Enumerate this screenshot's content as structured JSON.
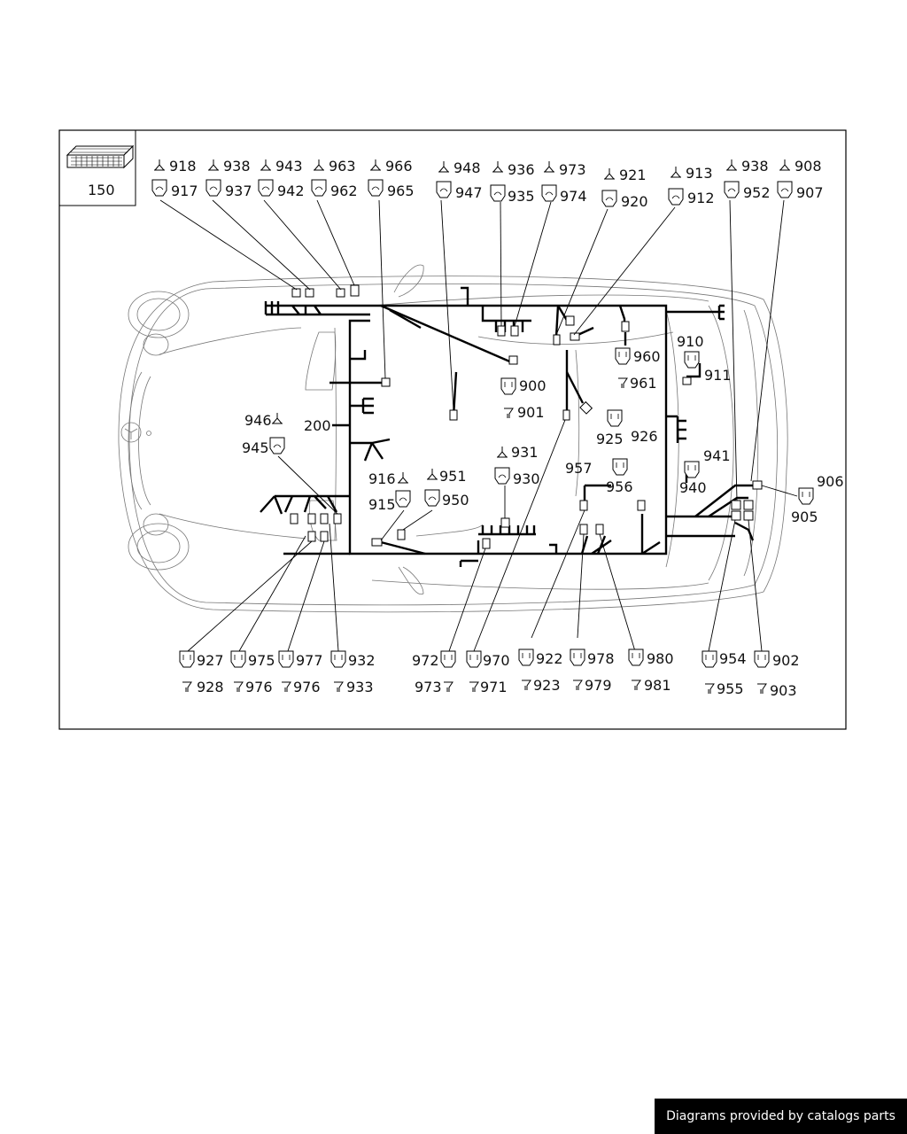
{
  "footer": {
    "credit": "Diagrams provided by catalogs parts"
  },
  "diagram": {
    "ref_box_label": "150",
    "harness_label": "200",
    "labels": {
      "n918": "918",
      "n917": "917",
      "n938a": "938",
      "n937": "937",
      "n943": "943",
      "n942": "942",
      "n963": "963",
      "n962": "962",
      "n966": "966",
      "n965": "965",
      "n948": "948",
      "n947": "947",
      "n936": "936",
      "n935": "935",
      "n973a": "973",
      "n974": "974",
      "n921": "921",
      "n920": "920",
      "n913": "913",
      "n912": "912",
      "n938b": "938",
      "n952": "952",
      "n908": "908",
      "n907": "907",
      "n900": "900",
      "n901": "901",
      "n960": "960",
      "n961": "961",
      "n910": "910",
      "n911": "911",
      "n925": "925",
      "n926": "926",
      "n941": "941",
      "n940": "940",
      "n946": "946",
      "n945": "945",
      "n916": "916",
      "n915": "915",
      "n951": "951",
      "n950": "950",
      "n931": "931",
      "n930": "930",
      "n957": "957",
      "n956": "956",
      "n906": "906",
      "n905": "905",
      "n927": "927",
      "n928": "928",
      "n975": "975",
      "n976a": "976",
      "n977": "977",
      "n976b": "976",
      "n932": "932",
      "n933": "933",
      "n972": "972",
      "n973b": "973",
      "n970": "970",
      "n971": "971",
      "n922": "922",
      "n923": "923",
      "n978": "978",
      "n979": "979",
      "n980": "980",
      "n981": "981",
      "n954": "954",
      "n955": "955",
      "n902": "902",
      "n903": "903"
    }
  }
}
